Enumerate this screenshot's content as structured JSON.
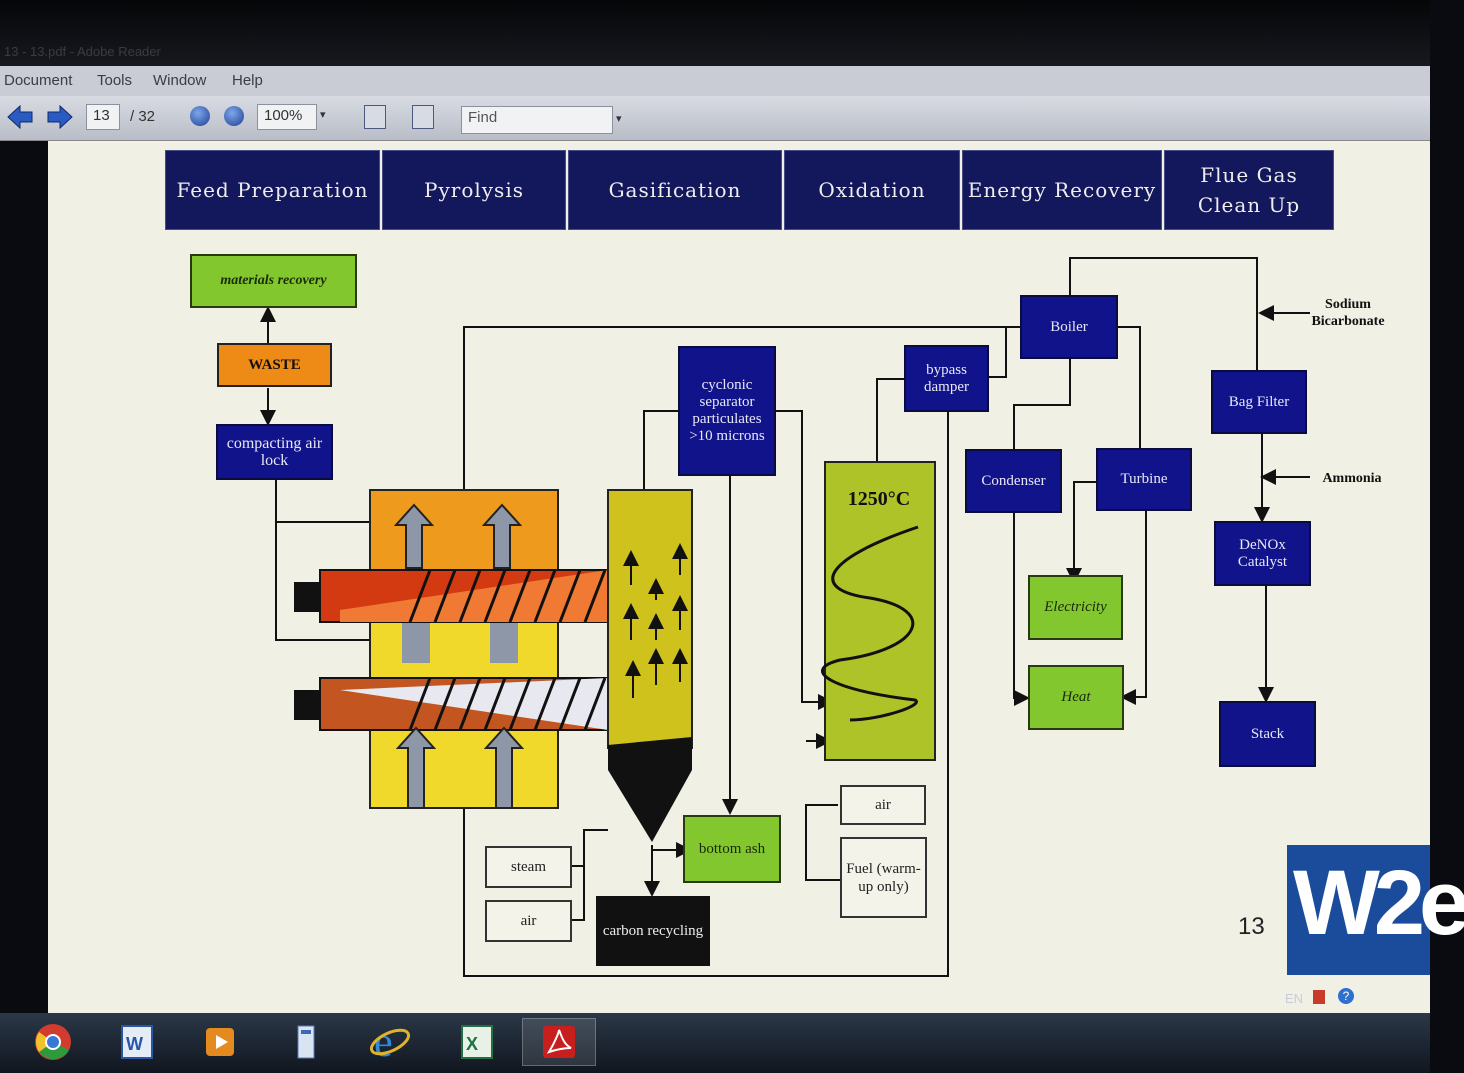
{
  "window": {
    "title": "13 - 13.pdf - Adobe Reader"
  },
  "menu": [
    "Document",
    "Tools",
    "Window",
    "Help"
  ],
  "toolbar": {
    "page_current": "13",
    "page_total": "/ 32",
    "zoom": "100%",
    "find_placeholder": "Find"
  },
  "slide": {
    "headers": [
      "Feed Preparation",
      "Pyrolysis",
      "Gasification",
      "Oxidation",
      "Energy Recovery",
      "Flue Gas Clean Up"
    ],
    "boxes": {
      "materials_recovery": "materials recovery",
      "waste": "WASTE",
      "compacting": "compacting air lock",
      "cyclonic": "cyclonic separator particulates >10 microns",
      "bypass": "bypass damper",
      "boiler": "Boiler",
      "condenser": "Condenser",
      "turbine": "Turbine",
      "electricity": "Electricity",
      "heat": "Heat",
      "bag_filter": "Bag Filter",
      "denox": "DeNOx Catalyst",
      "stack": "Stack",
      "temperature": "1250°C",
      "bottom_ash": "bottom ash",
      "carbon": "carbon recycling",
      "steam": "steam",
      "air_left": "air",
      "air_right": "air",
      "fuel": "Fuel (warm-up only)"
    },
    "side_labels": {
      "sodium": "Sodium Bicarbonate",
      "ammonia": "Ammonia"
    },
    "page_number": "13",
    "logo_text": "W2e"
  },
  "taskbar": {
    "apps": [
      "chrome-icon",
      "word-icon",
      "media-player-icon",
      "file-explorer-icon",
      "internet-explorer-icon",
      "excel-icon",
      "adobe-reader-icon"
    ],
    "tray_lang": "EN"
  },
  "colors": {
    "header_bg": "#13175c",
    "process_blue": "#10138a",
    "output_green": "#82c72d",
    "waste_orange": "#ee8a16",
    "page_bg": "#f1f0e5"
  }
}
